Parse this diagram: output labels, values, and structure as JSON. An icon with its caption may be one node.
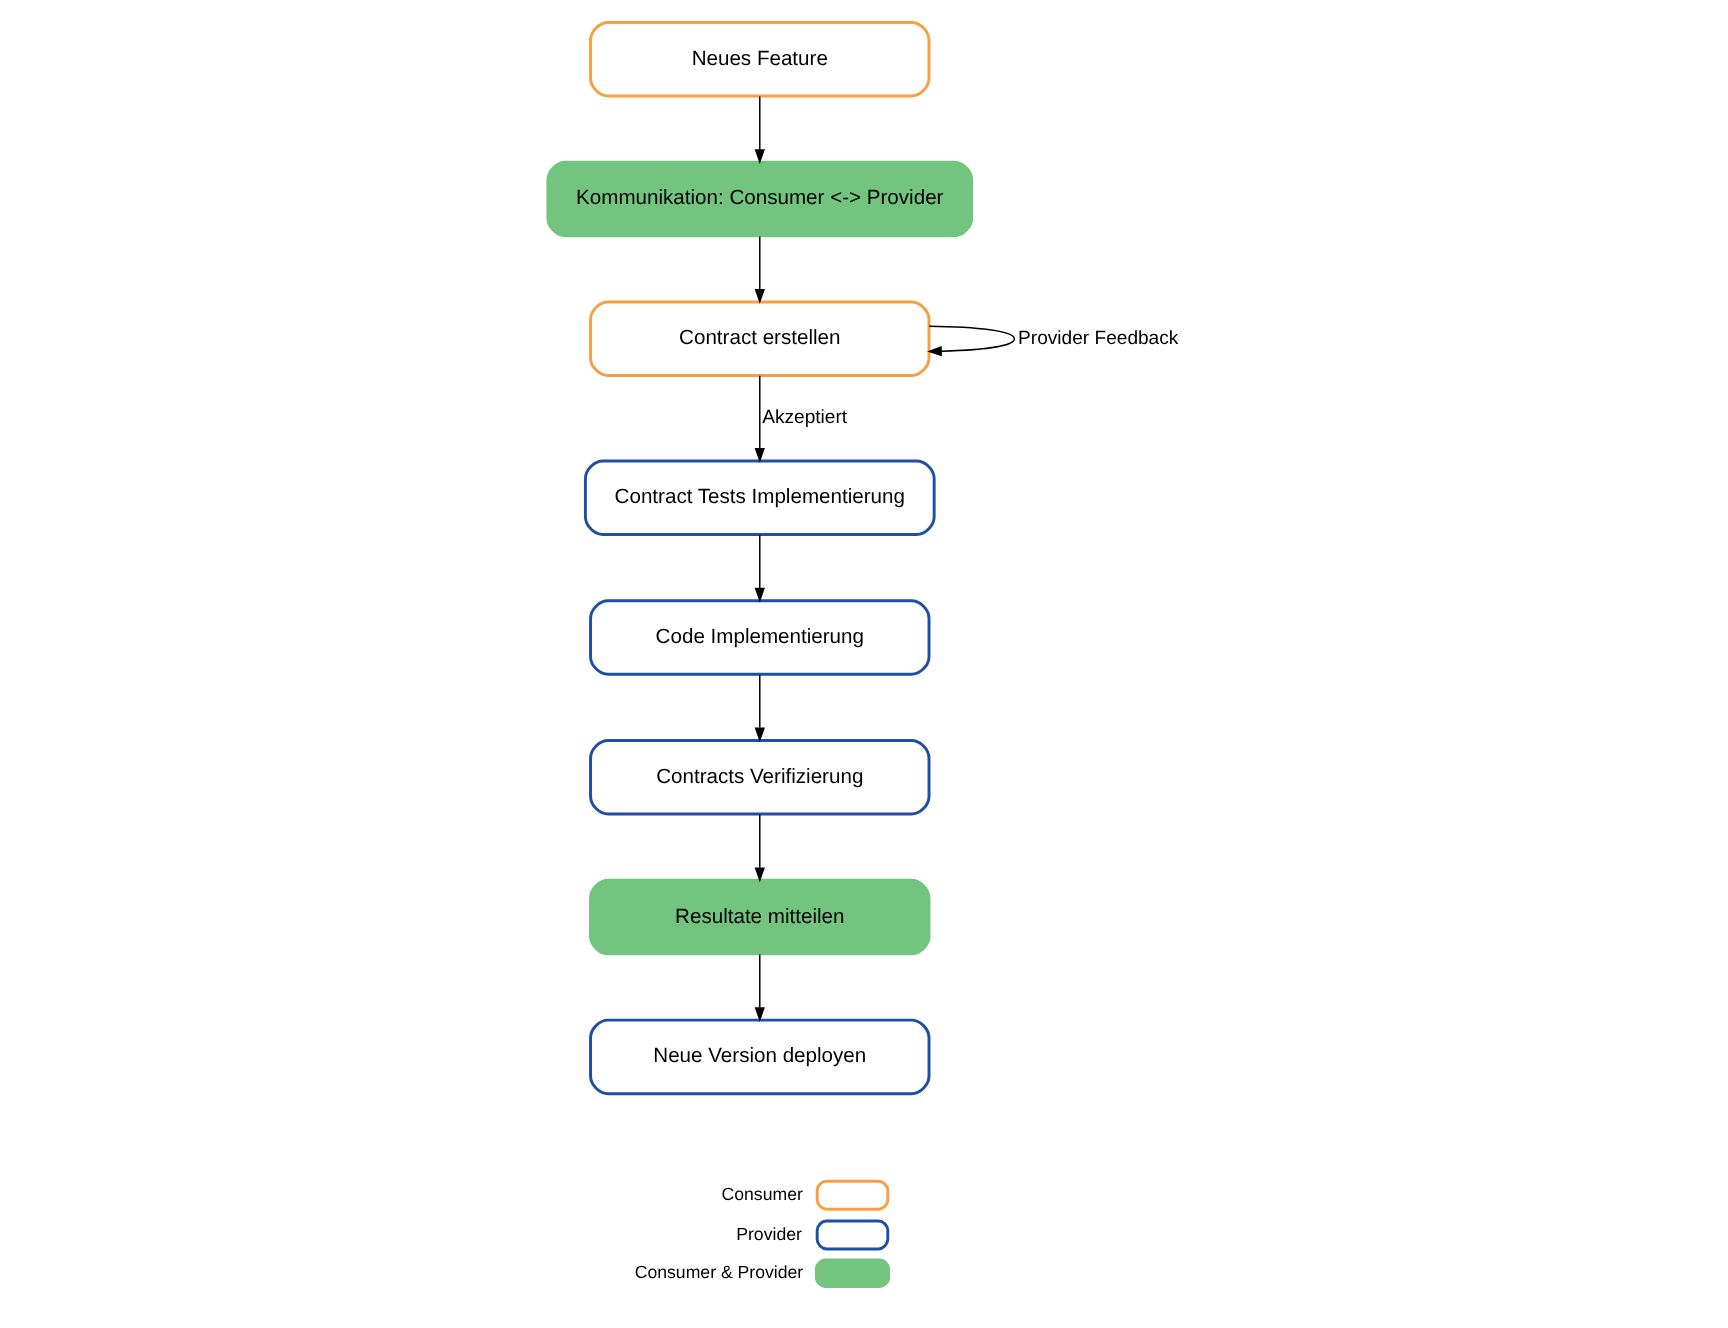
{
  "diagram": {
    "nodes": [
      {
        "text": [
          "Neues Feature"
        ]
      },
      {
        "text": [
          "Kommunikation: Consumer <-> Provider"
        ]
      },
      {
        "text": [
          "Contract erstellen"
        ]
      },
      {
        "text": [
          "Contract Tests Implementierung"
        ]
      },
      {
        "text": [
          "Code Implementierung"
        ]
      },
      {
        "text": [
          "Contracts Verifizierung"
        ]
      },
      {
        "text": [
          "Resultate mitteilen"
        ]
      },
      {
        "text": [
          "Neue Version deployen"
        ]
      }
    ],
    "edges": [
      {
        "from": 0,
        "to": 1,
        "arrow": "to"
      },
      {
        "from": 1,
        "to": 2,
        "arrow": "to"
      },
      {
        "from": 2,
        "to": 2,
        "arrow": "to",
        "label": "Provider Feedback"
      },
      {
        "from": 2,
        "to": 3,
        "arrow": "to",
        "label": "Akzeptiert"
      },
      {
        "from": 3,
        "to": 4,
        "arrow": "to"
      },
      {
        "from": 4,
        "to": 5,
        "arrow": "to"
      },
      {
        "from": 5,
        "to": 6,
        "arrow": "to"
      },
      {
        "from": 6,
        "to": 7,
        "arrow": "to"
      }
    ],
    "legend": [
      {
        "text": "Consumer",
        "color": "#f7a043"
      },
      {
        "text": "Provider",
        "color": "#1f4fa3"
      },
      {
        "text": "Consumer & Provider",
        "color": "#72c47f"
      }
    ]
  }
}
